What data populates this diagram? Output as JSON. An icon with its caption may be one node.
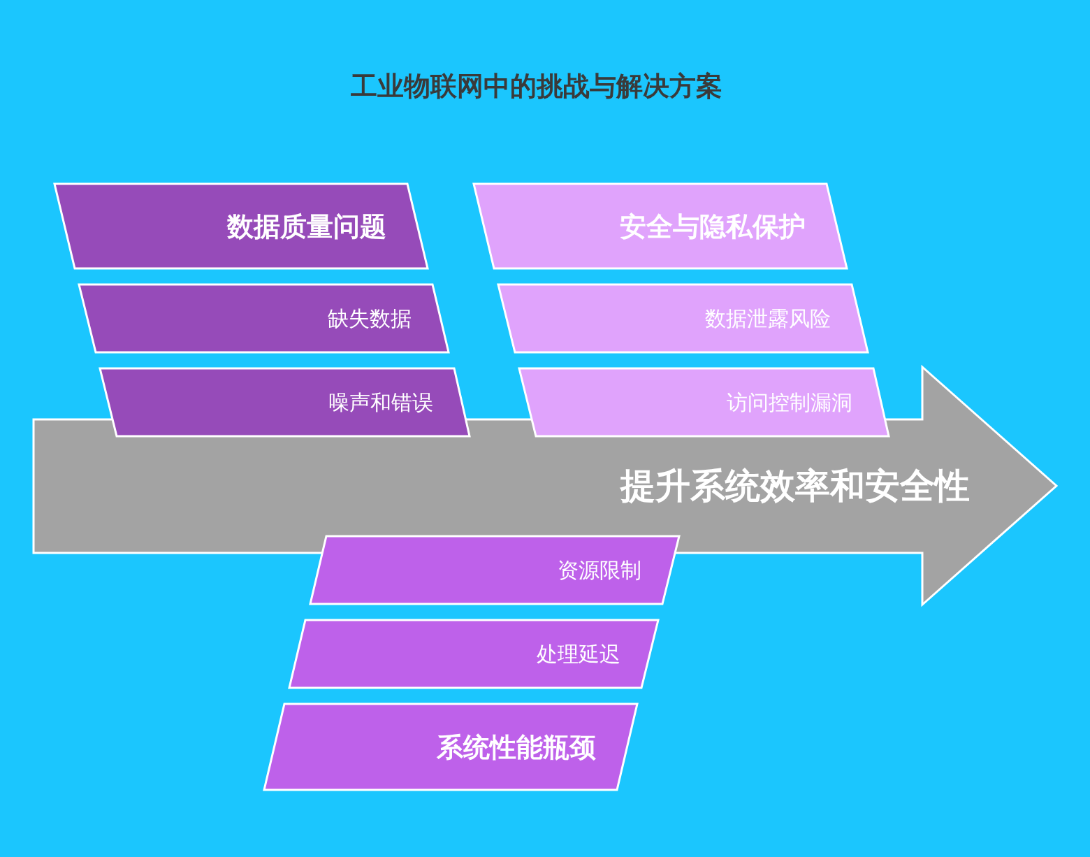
{
  "diagram": {
    "title": "工业物联网中的挑战与解决方案",
    "nodes": [
      {
        "text": [
          "数据质量问题"
        ]
      },
      {
        "text": [
          "安全与隐私保护"
        ]
      },
      {
        "text": [
          "缺失数据"
        ]
      },
      {
        "text": [
          "数据泄露风险"
        ]
      },
      {
        "text": [
          "噪声和错误"
        ]
      },
      {
        "text": [
          "访问控制漏洞"
        ]
      },
      {
        "text": [
          "提升系统效率和安全性"
        ]
      },
      {
        "text": [
          "资源限制"
        ]
      },
      {
        "text": [
          "处理延迟"
        ]
      },
      {
        "text": [
          "系统性能瓶颈"
        ]
      }
    ]
  }
}
